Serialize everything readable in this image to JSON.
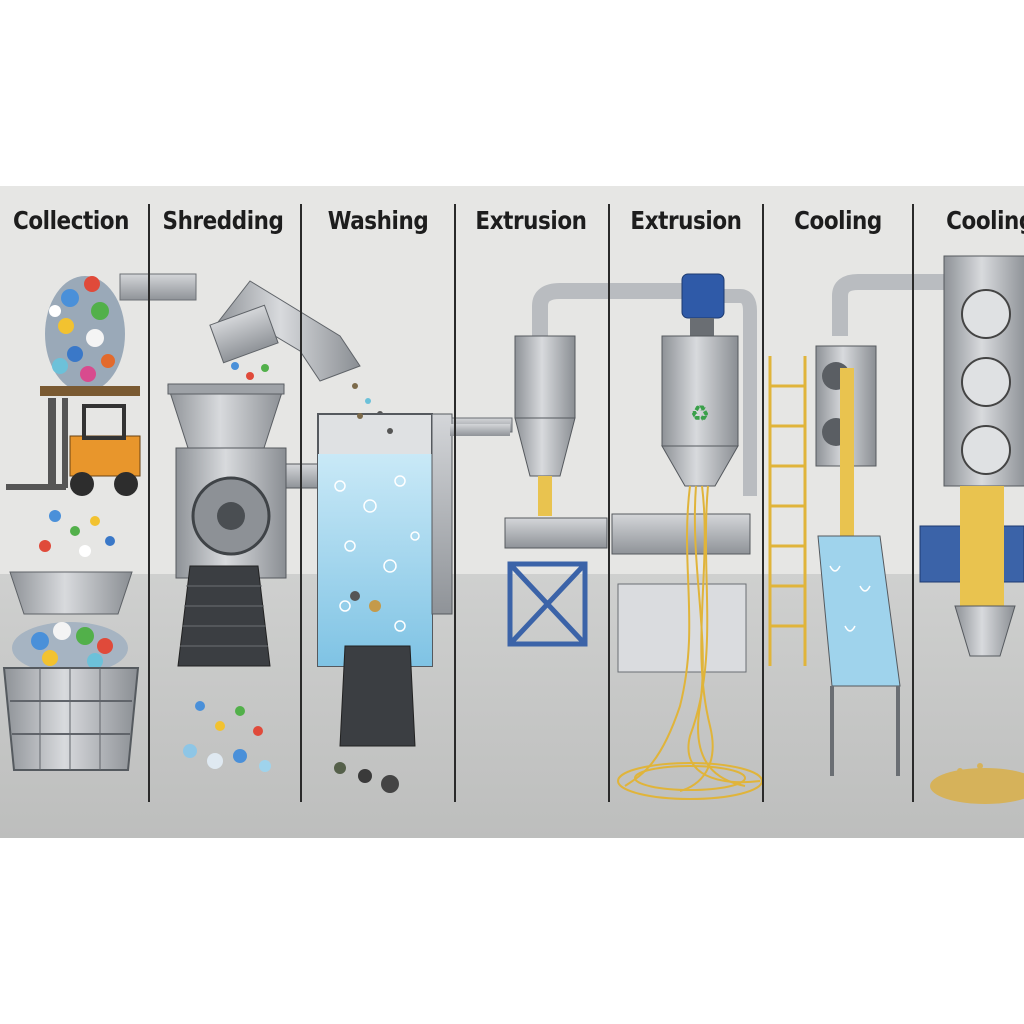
{
  "stages": [
    {
      "label": "Collection"
    },
    {
      "label": "Shredding"
    },
    {
      "label": "Washing"
    },
    {
      "label": "Extrusion"
    },
    {
      "label": "Extrusion"
    },
    {
      "label": "Cooling"
    },
    {
      "label": "Cooling"
    }
  ],
  "colors": {
    "background": "#e6e6e4",
    "metal": "#b9bcc0",
    "metal_dark": "#7d8186",
    "water": "#9fd3ec",
    "filament": "#e9c34f",
    "frame_blue": "#3b63a8",
    "forklift": "#e8962c",
    "ladder": "#e0b43a",
    "divider": "#2a2a2a"
  },
  "icons": [
    "forklift-icon",
    "recycle-icon",
    "fan-icon",
    "motor-icon"
  ]
}
